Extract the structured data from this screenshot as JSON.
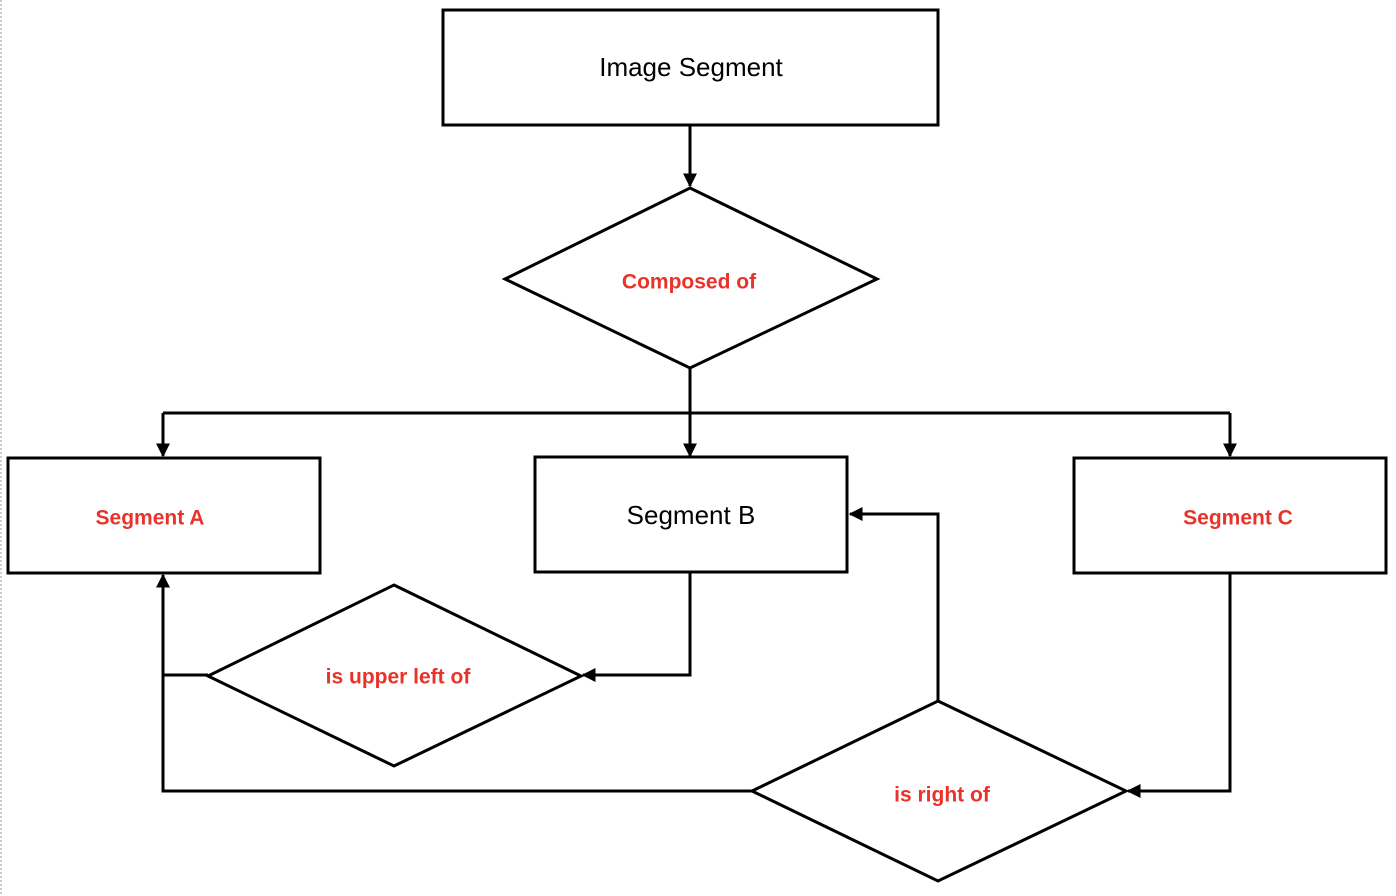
{
  "diagram": {
    "nodes": {
      "image_segment": {
        "label": "Image Segment"
      },
      "composed_of": {
        "label": "Composed of"
      },
      "segment_a": {
        "label": "Segment A"
      },
      "segment_b": {
        "label": "Segment B"
      },
      "segment_c": {
        "label": "Segment C"
      },
      "is_upper_left_of": {
        "label": "is upper left of"
      },
      "is_right_of": {
        "label": "is right of"
      }
    },
    "edges": [
      {
        "from": "Image Segment",
        "to": "Composed of"
      },
      {
        "from": "Composed of",
        "to": "Segment A"
      },
      {
        "from": "Composed of",
        "to": "Segment B"
      },
      {
        "from": "Composed of",
        "to": "Segment C"
      },
      {
        "from": "Segment B",
        "to": "is upper left of"
      },
      {
        "from": "is upper left of",
        "to": "Segment A"
      },
      {
        "from": "Segment C",
        "to": "is right of"
      },
      {
        "from": "is right of",
        "to": "Segment B"
      },
      {
        "from": "is right of",
        "to": "Segment A"
      }
    ]
  },
  "colors": {
    "relation_label": "#e8332a",
    "red_node_label": "#e8332a",
    "stroke": "#000000"
  }
}
